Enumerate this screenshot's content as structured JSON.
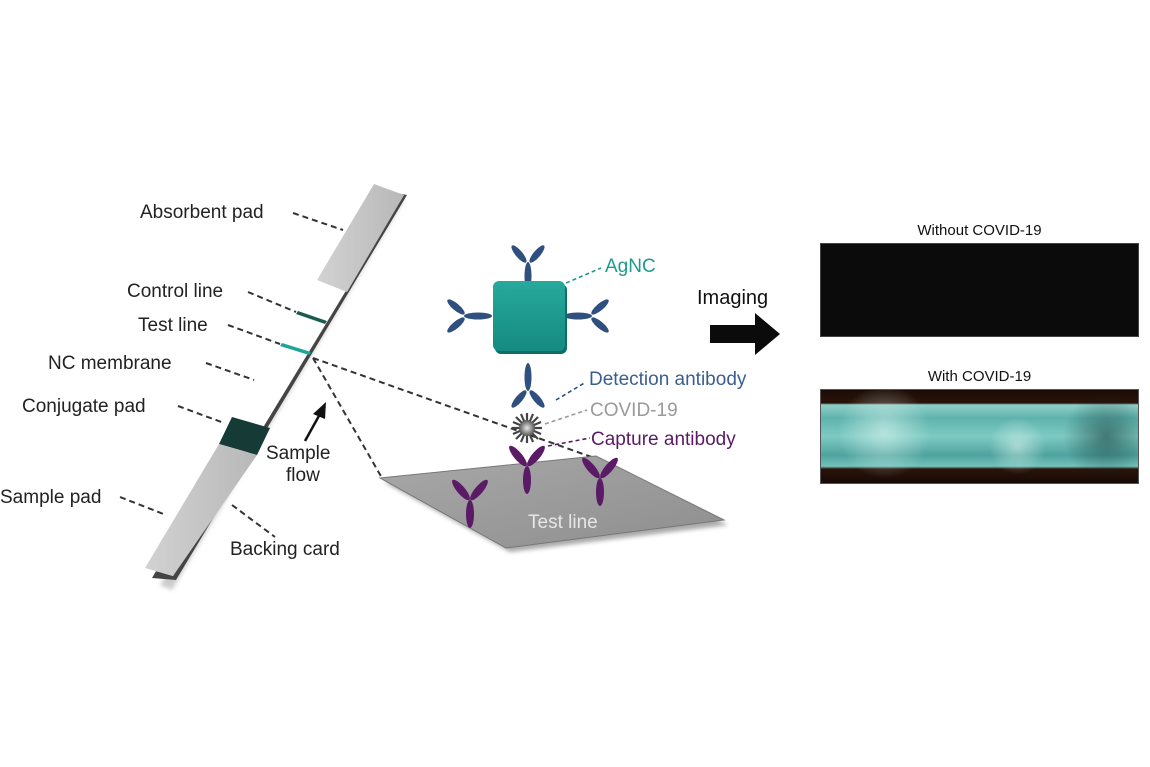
{
  "figure": {
    "strip_labels": {
      "absorbent_pad": "Absorbent pad",
      "control_line": "Control line",
      "test_line": "Test line",
      "nc_membrane": "NC membrane",
      "conjugate_pad": "Conjugate pad",
      "sample_pad": "Sample pad",
      "backing_card": "Backing card",
      "sample_flow": "Sample",
      "sample_flow_2": "flow"
    },
    "mechanism_labels": {
      "agnc": "AgNC",
      "detection_antibody": "Detection antibody",
      "covid19": "COVID-19",
      "capture_antibody": "Capture antibody",
      "test_line_surface": "Test line"
    },
    "imaging": {
      "arrow_label": "Imaging",
      "negative_title": "Without COVID-19",
      "positive_title": "With COVID-19"
    },
    "colors": {
      "agnc": "#1f9a8f",
      "detection_antibody": "#2f4f7f",
      "capture_antibody": "#5b1a66",
      "covid_label": "#9a9a9a",
      "control_line": "#1c5a52",
      "test_line": "#1fa596",
      "conjugate_pad": "#163a35",
      "strip_gray": "#c4c4c4",
      "test_plane": "#9a9a9a"
    }
  }
}
